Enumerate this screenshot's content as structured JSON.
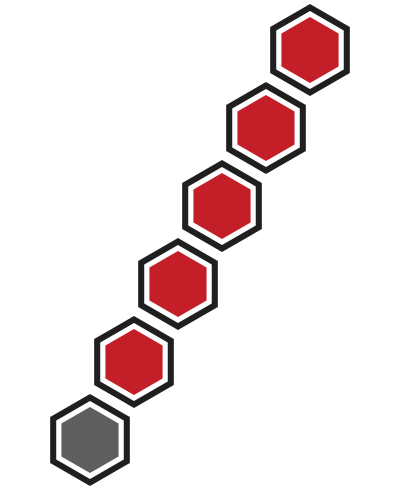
{
  "colors": {
    "outline": "#1f1f1f",
    "gap": "#ffffff",
    "filled": "#c41f28",
    "empty": "#5e5e5e",
    "background": "#ffffff"
  },
  "progress": {
    "total_cells": 6,
    "filled_cells": 5
  },
  "cells": [
    {
      "state": "empty"
    },
    {
      "state": "filled"
    },
    {
      "state": "filled"
    },
    {
      "state": "filled"
    },
    {
      "state": "filled"
    },
    {
      "state": "filled"
    }
  ]
}
